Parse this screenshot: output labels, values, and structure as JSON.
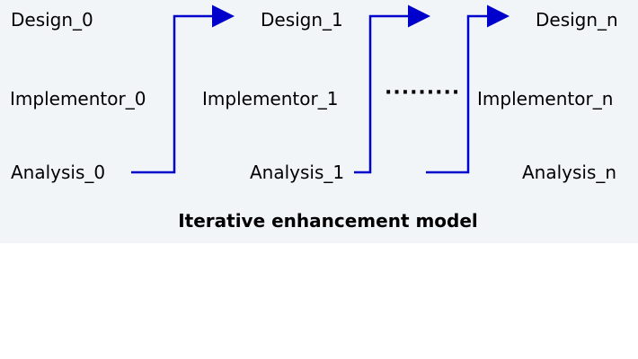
{
  "diagram": {
    "caption": "Iterative enhancement model",
    "ellipsis": "·········",
    "columns": [
      {
        "design": "Design_0",
        "implementor": "Implementor_0",
        "analysis": "Analysis_0"
      },
      {
        "design": "Design_1",
        "implementor": "Implementor_1",
        "analysis": "Analysis_1"
      },
      {
        "design": "Design_n",
        "implementor": "Implementor_n",
        "analysis": "Analysis_n"
      }
    ],
    "colors": {
      "arrow": "#0000cc",
      "background": "#f1f5f8",
      "text": "#000000"
    }
  }
}
